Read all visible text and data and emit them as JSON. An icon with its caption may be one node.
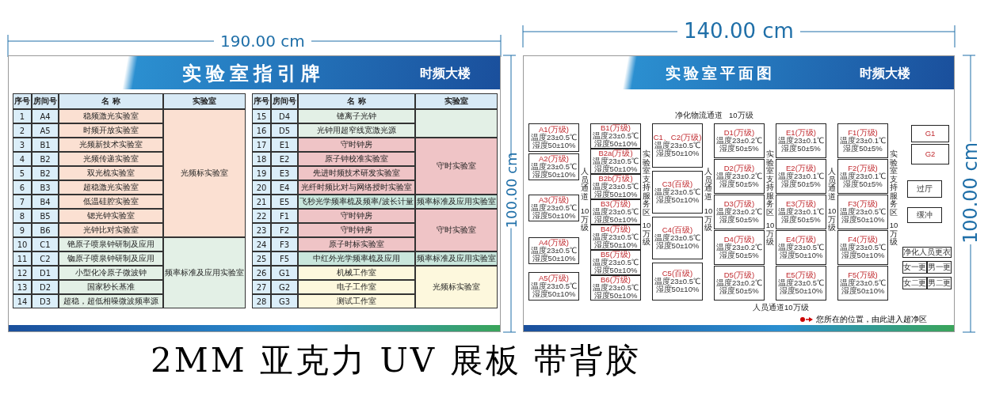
{
  "diagram": {
    "caption": "2MM 亚克力 UV 展板 带背胶",
    "nodes": [
      {
        "text": [
          "A1(万级)",
          "温度23±0.5℃ 湿度50±10%"
        ]
      },
      {
        "text": [
          "A2(万级)",
          "温度23±0.5℃ 湿度50±10%"
        ]
      },
      {
        "text": [
          "A3(万级)",
          "温度23±0.5℃ 湿度50±10%"
        ]
      },
      {
        "text": [
          "A4(万级)",
          "温度23±0.5℃ 湿度50±10%"
        ]
      },
      {
        "text": [
          "A5(万级)",
          "温度23±0.5℃ 湿度50±10%"
        ]
      },
      {
        "text": [
          "B1(万级)",
          "温度23±0.5℃ 湿度50±10%"
        ]
      },
      {
        "text": [
          "B2a(万级)",
          "温度23±0.5℃ 湿度50±10%"
        ]
      },
      {
        "text": [
          "B2b(万级)",
          "温度23±0.5℃ 湿度50±10%"
        ]
      },
      {
        "text": [
          "B3(万级)",
          "温度23±0.5℃ 湿度50±10%"
        ]
      },
      {
        "text": [
          "B4(万级)",
          "温度23±0.5℃ 湿度50±10%"
        ]
      },
      {
        "text": [
          "B5(万级)",
          "温度23±0.5℃ 湿度50±10%"
        ]
      },
      {
        "text": [
          "B6(万级)",
          "温度23±0.5℃ 湿度50±10%"
        ]
      },
      {
        "text": [
          "C1、C2(万级)",
          "温度23±0.5℃ 湿度50±10%"
        ]
      },
      {
        "text": [
          "C3(百级)",
          "温度23±0.5℃ 湿度50±10%"
        ]
      },
      {
        "text": [
          "C4(百级)",
          "温度23±0.5℃ 湿度50±10%"
        ]
      },
      {
        "text": [
          "C5(百级)",
          "温度23±0.5℃ 湿度50±10%"
        ]
      },
      {
        "text": [
          "D1(万级)",
          "温度23±0.2℃ 湿度50±5%"
        ]
      },
      {
        "text": [
          "D2(万级)",
          "温度23±0.2℃ 湿度50±5%"
        ]
      },
      {
        "text": [
          "D3(万级)",
          "温度23±0.2℃ 湿度50±5%"
        ]
      },
      {
        "text": [
          "D4(万级)",
          "温度23±0.2℃ 湿度50±5%"
        ]
      },
      {
        "text": [
          "D5(万级)",
          "温度23±0.2℃ 湿度50±5%"
        ]
      },
      {
        "text": [
          "E1(万级)",
          "温度23±0.1℃ 湿度50±5%"
        ]
      },
      {
        "text": [
          "E2(万级)",
          "温度23±0.1℃ 湿度50±5%"
        ]
      },
      {
        "text": [
          "E3(万级)",
          "温度23±0.1℃ 湿度50±5%"
        ]
      },
      {
        "text": [
          "E4(万级)",
          "温度23±0.5℃ 湿度50±10%"
        ]
      },
      {
        "text": [
          "E5(万级)",
          "温度23±0.5℃ 湿度50±10%"
        ]
      },
      {
        "text": [
          "F1(万级)",
          "温度23±0.1℃ 湿度50±5%"
        ]
      },
      {
        "text": [
          "F2(万级)",
          "温度23±0.1℃ 湿度50±5%"
        ]
      },
      {
        "text": [
          "F3(万级)",
          "温度23±0.5℃ 湿度50±10%"
        ]
      },
      {
        "text": [
          "F4(万级)",
          "温度23±0.5℃ 湿度50±10%"
        ]
      },
      {
        "text": [
          "F5(万级)",
          "温度23±0.5℃ 湿度50±10%"
        ]
      },
      {
        "text": [
          "G1"
        ]
      },
      {
        "text": [
          "G2"
        ]
      },
      {
        "text": [
          "过厅"
        ]
      },
      {
        "text": [
          "缓冲"
        ]
      },
      {
        "text": [
          "净化人员更衣"
        ]
      },
      {
        "text": [
          "女一更"
        ]
      },
      {
        "text": [
          "男一更"
        ]
      },
      {
        "text": [
          "女二更"
        ]
      },
      {
        "text": [
          "男二更"
        ]
      }
    ],
    "labels": [
      "190.00 cm",
      "140.00 cm",
      "实验室指引牌",
      "时频大楼",
      "实验室平面图",
      "时频大楼",
      "100.00 cm",
      "100.00 cm",
      "序号",
      "房间号",
      "名 称",
      "实验室",
      "1",
      "A4",
      "稳频激光实验室",
      "2",
      "A5",
      "时频开放实验室",
      "3",
      "B1",
      "光频新技术实验室",
      "4",
      "B2",
      "光频传递实验室",
      "5",
      "B2",
      "双光梳实验室",
      "光频标实验室",
      "6",
      "B3",
      "超稳激光实验室",
      "7",
      "B4",
      "低温硅腔实验室",
      "8",
      "B5",
      "锶光钟实验室",
      "9",
      "B6",
      "光钟比对实验室",
      "10",
      "C1",
      "铯原子喷泉钟研制及应用",
      "11",
      "C2",
      "铷原子喷泉钟研制及应用",
      "12",
      "D1",
      "小型化冷原子微波钟",
      "频率标准及应用实验室",
      "13",
      "D2",
      "国家秒长基准",
      "14",
      "D3",
      "超稳，超低相噪微波频率源",
      "序号",
      "房间号",
      "名 称",
      "实验室",
      "15",
      "D4",
      "镱离子光钟",
      "16",
      "D5",
      "光钟用超窄线宽激光源",
      "17",
      "E1",
      "守时钟房",
      "18",
      "E2",
      "原子钟校准实验室",
      "守时实验室",
      "19",
      "E3",
      "先进时频技术研发实验室",
      "20",
      "E4",
      "光纤时频比对与网络授时实验室",
      "21",
      "E5",
      "飞秒光学频率梳及频率/波长计量",
      "频率标准及应用实验室",
      "22",
      "F1",
      "守时钟房",
      "23",
      "F2",
      "守时钟房",
      "守时实验室",
      "24",
      "F3",
      "原子时标实验室",
      "25",
      "F5",
      "中红外光学频率梳及应用",
      "频率标准及应用实验室",
      "26",
      "G1",
      "机械工作室",
      "27",
      "G2",
      "电子工作室",
      "光频标实验室",
      "28",
      "G3",
      "测试工作室",
      "净化物流通道",
      "10万级",
      "人员通道",
      "10万级",
      "实验室支持服务区",
      "10万级",
      "人员通道",
      "10万级",
      "实验室支持服务区",
      "10万级",
      "人员通道",
      "10万级",
      "实验室支持服务区",
      "10万级",
      "人员通道10万级"
    ],
    "legend": [
      {
        "text": "您所在的位置，由此进入超净区"
      }
    ]
  }
}
